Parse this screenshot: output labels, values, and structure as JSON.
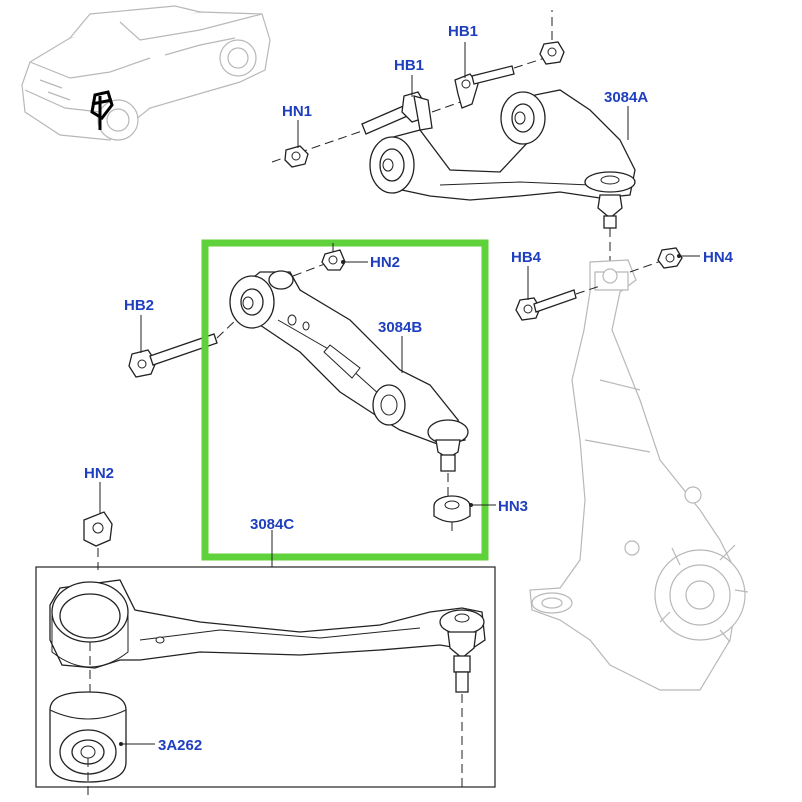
{
  "labels": {
    "hb1_top": "HB1",
    "hb1": "HB1",
    "hn1": "HN1",
    "upper_arm": "3084A",
    "hn2_top": "HN2",
    "hb4": "HB4",
    "hn4": "HN4",
    "hb2": "HB2",
    "lower_arm_b": "3084B",
    "hn3": "HN3",
    "hn2_bottom": "HN2",
    "lower_arm_c": "3084C",
    "bushing": "3A262"
  },
  "colors": {
    "label": "#1f3fbf",
    "highlight": "#5fd13a",
    "line": "#222222",
    "ghost": "#b8b8b8"
  }
}
